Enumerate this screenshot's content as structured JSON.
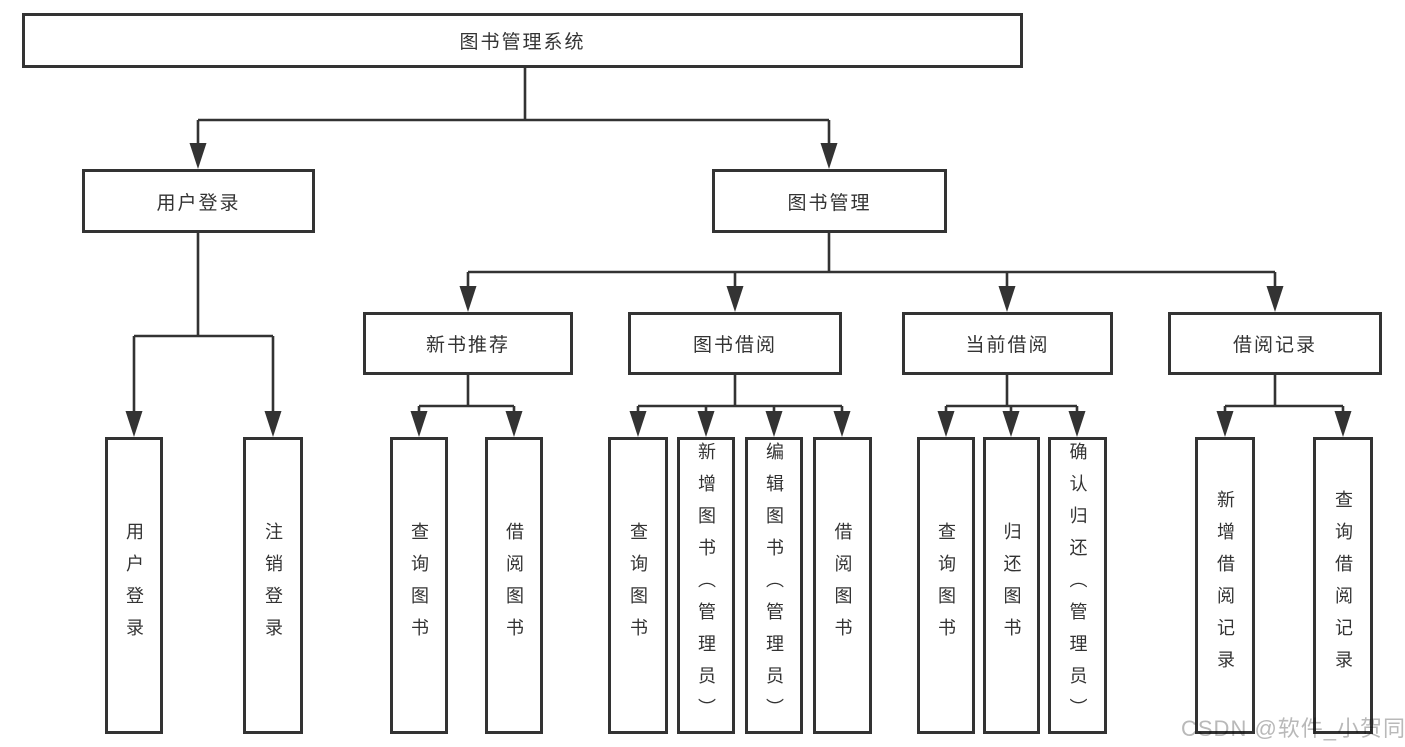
{
  "diagram_type": "functional-structure-tree",
  "tree": {
    "root": {
      "label": "图书管理系统"
    },
    "user_login": {
      "label": "用户登录",
      "children": {
        "login": {
          "label": "用户登录"
        },
        "logout": {
          "label": "注销登录"
        }
      }
    },
    "book_management": {
      "label": "图书管理",
      "children": {
        "new_book_recommend": {
          "label": "新书推荐",
          "children": {
            "query_books": {
              "label": "查询图书"
            },
            "borrow_books": {
              "label": "借阅图书"
            }
          }
        },
        "book_borrow": {
          "label": "图书借阅",
          "children": {
            "query_books": {
              "label": "查询图书"
            },
            "add_books": {
              "label": "新增图书（管理员）"
            },
            "edit_books": {
              "label": "编辑图书（管理员）"
            },
            "borrow_books": {
              "label": "借阅图书"
            }
          }
        },
        "current_borrow": {
          "label": "当前借阅",
          "children": {
            "query_books": {
              "label": "查询图书"
            },
            "return_books": {
              "label": "归还图书"
            },
            "confirm_return": {
              "label": "确认归还（管理员）"
            }
          }
        },
        "borrow_records": {
          "label": "借阅记录",
          "children": {
            "add_record": {
              "label": "新增借阅记录"
            },
            "query_record": {
              "label": "查询借阅记录"
            }
          }
        }
      }
    }
  },
  "watermark": {
    "text": "CSDN @软件_小贺同学"
  },
  "colors": {
    "line": "#333333",
    "box_border": "#333333",
    "text": "#333333",
    "watermark": "#b9b9b9",
    "background": "#ffffff"
  }
}
